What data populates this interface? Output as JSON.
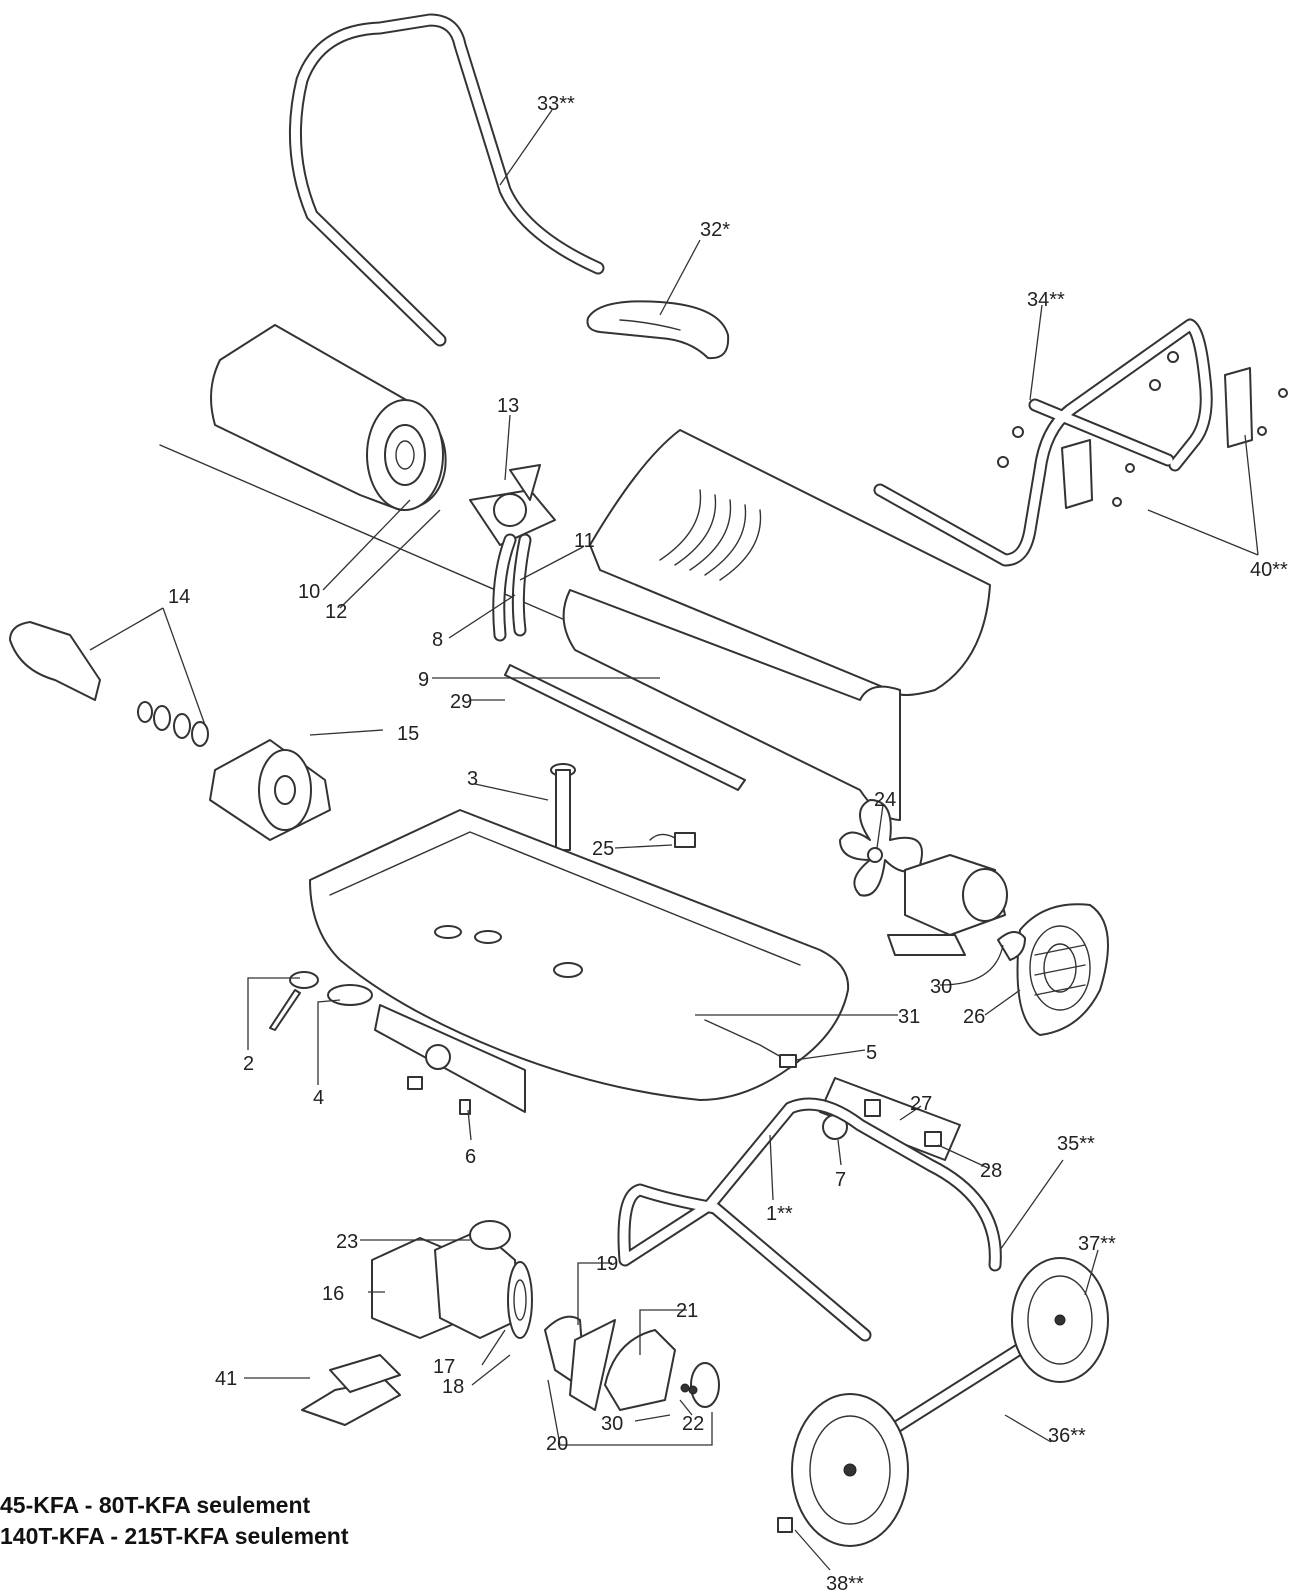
{
  "labels": {
    "p1": "1**",
    "p2": "2",
    "p3": "3",
    "p4": "4",
    "p5": "5",
    "p6": "6",
    "p7": "7",
    "p8": "8",
    "p9": "9",
    "p10": "10",
    "p11": "11",
    "p12": "12",
    "p13": "13",
    "p14": "14",
    "p15": "15",
    "p16": "16",
    "p17": "17",
    "p18": "18",
    "p19": "19",
    "p20": "20",
    "p21": "21",
    "p22": "22",
    "p23": "23",
    "p24": "24",
    "p25": "25",
    "p26": "26",
    "p27": "27",
    "p28": "28",
    "p29": "29",
    "p30a": "30",
    "p30b": "30",
    "p31": "31",
    "p32": "32*",
    "p33": "33**",
    "p34": "34**",
    "p35": "35**",
    "p36": "36**",
    "p37": "37**",
    "p38": "38**",
    "p40": "40**",
    "p41": "41"
  },
  "footnotes": {
    "single_star": "45-KFA - 80T-KFA seulement",
    "double_star": "140T-KFA - 215T-KFA seulement"
  }
}
